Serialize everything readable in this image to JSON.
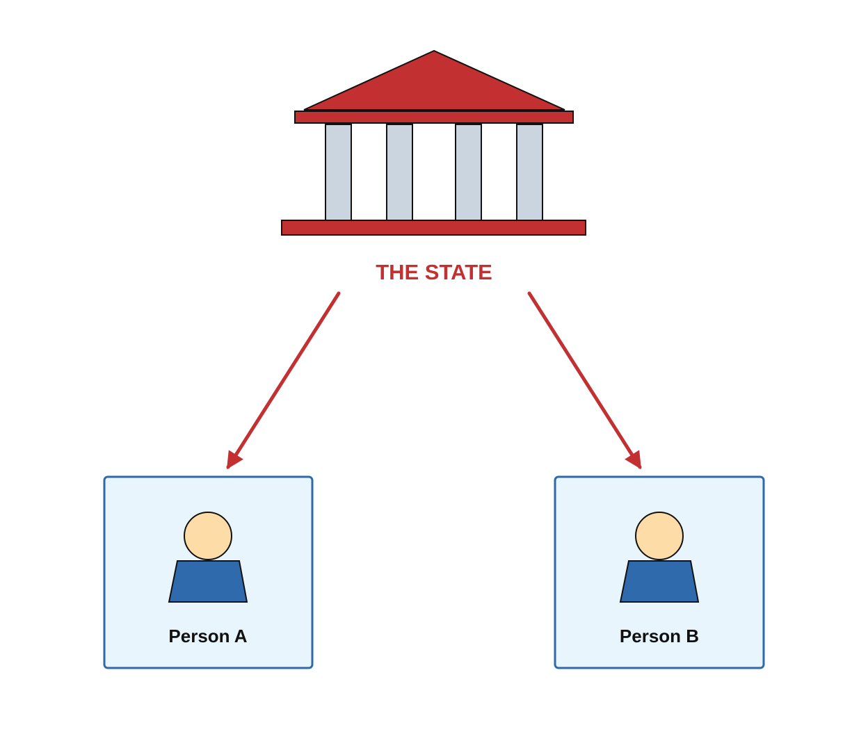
{
  "state": {
    "label": "THE STATE",
    "icon": "government-building-icon"
  },
  "people": [
    {
      "label": "Person A",
      "icon": "person-icon"
    },
    {
      "label": "Person B",
      "icon": "person-icon"
    }
  ],
  "colors": {
    "state_red": "#c33031",
    "column_fill": "#cbd5df",
    "card_fill": "#e9f5fd",
    "card_border": "#2f6aa8",
    "head_fill": "#fddca8",
    "body_fill": "#2e6aac",
    "outline": "#111111"
  }
}
